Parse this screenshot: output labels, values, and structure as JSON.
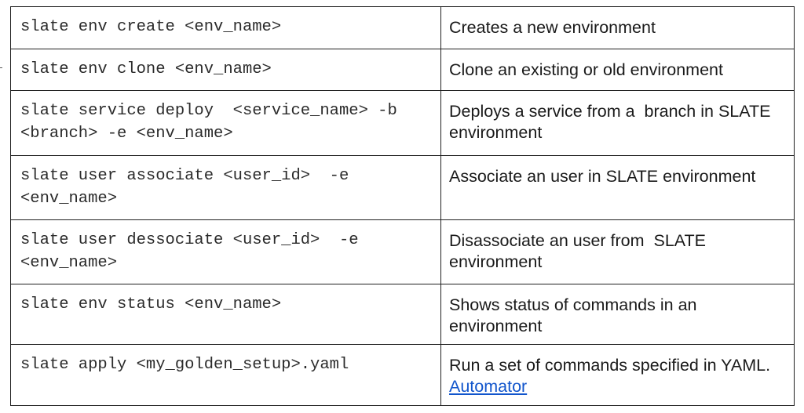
{
  "rows": [
    {
      "command": "slate env create <env_name>",
      "description": "Creates a new environment"
    },
    {
      "command": "slate env clone <env_name>",
      "description": "Clone an existing or old environment"
    },
    {
      "command": "slate service deploy  <service_name> -b <branch> -e <env_name>",
      "description": "Deploys a service from a  branch in SLATE environment"
    },
    {
      "command": "slate user associate <user_id>  -e <env_name>",
      "description": "Associate an user in SLATE environment"
    },
    {
      "command": "slate user dessociate <user_id>  -e <env_name>",
      "description": "Disassociate an user from  SLATE environment"
    },
    {
      "command": "slate env status <env_name>",
      "description": "Shows status of commands in an environment"
    },
    {
      "command": "slate apply <my_golden_setup>.yaml",
      "description": "Run a set of commands specified in YAML.",
      "link_label": "Automator"
    }
  ],
  "colors": {
    "border": "#202020",
    "command_text": "#2b2b2b",
    "description_text": "#1a1a1a",
    "link": "#1155cc"
  }
}
